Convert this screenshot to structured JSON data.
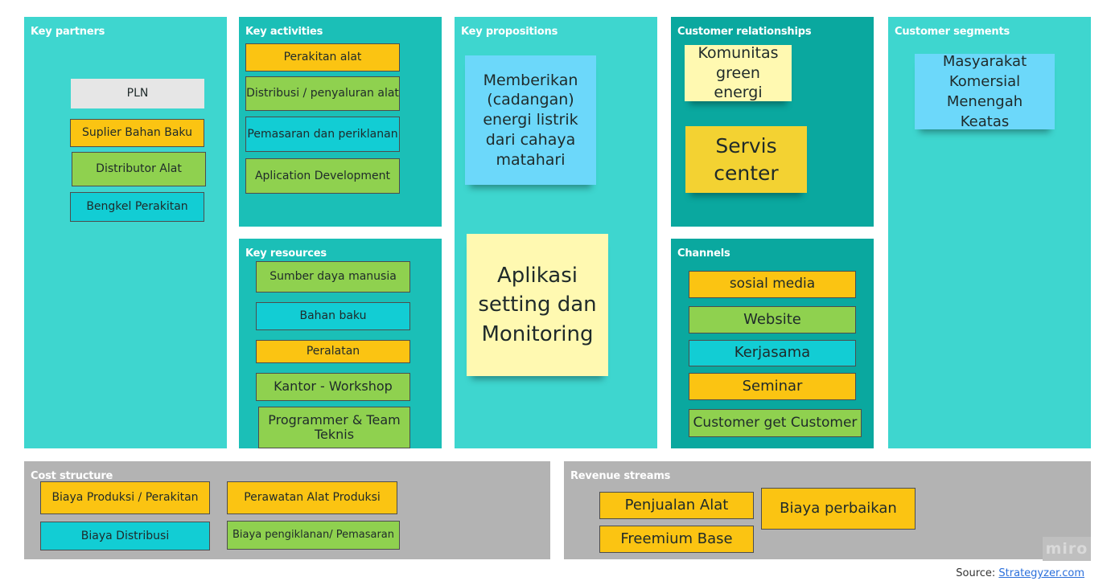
{
  "colors": {
    "panel_light": "#3ed6cf",
    "panel_mid": "#1bbfb7",
    "panel_dark": "#0aa89f",
    "panel_gray": "#b3b3b3",
    "note_orange": "#fbc412",
    "note_green": "#8fd14f",
    "note_cyan": "#12cdd4",
    "note_gray": "#e6e6e6",
    "sticky_blue": "#6cd8fa",
    "sticky_yellow": "#fff9b1",
    "sticky_orange": "#f3d232"
  },
  "panels": {
    "key_partners": "Key partners",
    "key_activities": "Key activities",
    "key_resources": "Key resources",
    "key_propositions": "Key propositions",
    "customer_relationships": "Customer relationships",
    "channels": "Channels",
    "customer_segments": "Customer segments",
    "cost_structure": "Cost structure",
    "revenue_streams": "Revenue streams"
  },
  "notes": {
    "key_partners": [
      "PLN",
      "Suplier Bahan Baku",
      "Distributor Alat",
      "Bengkel Perakitan"
    ],
    "key_activities": [
      "Perakitan alat",
      "Distribusi / penyaluran alat",
      "Pemasaran dan periklanan",
      "Aplication Development"
    ],
    "key_resources": [
      "Sumber daya manusia",
      "Bahan baku",
      "Peralatan",
      "Kantor - Workshop",
      "Programmer & Team Teknis"
    ],
    "key_propositions": [
      "Memberikan (cadangan) energi listrik dari cahaya matahari",
      "Aplikasi setting dan Monitoring"
    ],
    "customer_relationships": [
      "Komunitas green energi",
      "Servis center"
    ],
    "channels": [
      "sosial media",
      "Website",
      "Kerjasama",
      "Seminar",
      "Customer get Customer"
    ],
    "customer_segments": [
      "Masyarakat Komersial Menengah Keatas"
    ],
    "cost_structure": [
      "Biaya Produksi / Perakitan",
      "Perawatan Alat Produksi",
      "Biaya Distribusi",
      "Biaya pengiklanan/ Pemasaran"
    ],
    "revenue_streams": [
      "Penjualan Alat",
      "Biaya perbaikan",
      "Freemium Base"
    ]
  },
  "footer": {
    "source_label": "Source:",
    "source_link": "Strategyzer.com",
    "watermark": "miro"
  }
}
